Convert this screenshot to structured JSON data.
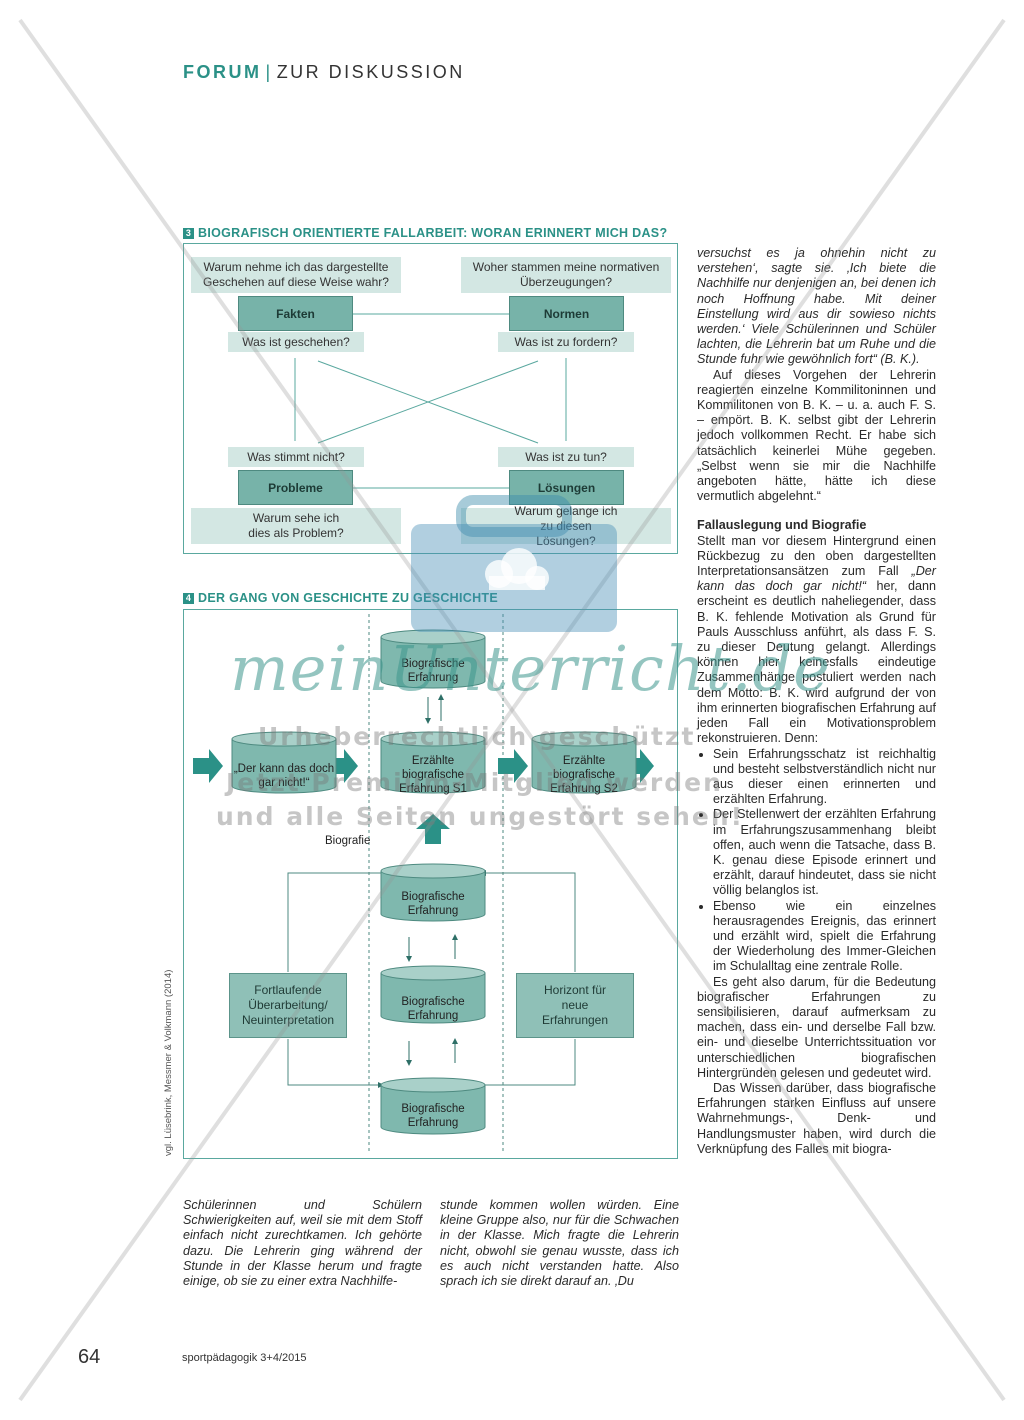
{
  "header": {
    "section": "FORUM",
    "topic": "ZUR DISKUSSION"
  },
  "figure3": {
    "number": "3",
    "title": "BIOGRAFISCH ORIENTIERTE FALLARBEIT: WORAN ERINNERT MICH DAS?",
    "q_top_left": "Warum nehme ich das dargestellte Geschehen auf diese Weise wahr?",
    "q_top_right": "Woher stammen meine normativen Überzeugungen?",
    "box_fakten": "Fakten",
    "box_normen": "Normen",
    "sub_fakten": "Was ist geschehen?",
    "sub_normen": "Was ist zu fordern?",
    "sub_probleme": "Was stimmt nicht?",
    "sub_loesungen": "Was ist zu tun?",
    "box_probleme": "Probleme",
    "box_loesungen": "Lösungen",
    "q_bottom_left": "Warum sehe ich dies als Problem?",
    "q_bottom_right": "Warum gelange ich zu diesen Lösungen?"
  },
  "figure4": {
    "number": "4",
    "title": "DER GANG VON GESCHICHTE ZU GESCHICHTE",
    "cyl_top": "Biografische Erfahrung",
    "cyl_case": "„Der kann das doch gar nicht!“",
    "cyl_s1": "Erzählte biografische Erfahrung S1",
    "cyl_s2": "Erzählte biografische Erfahrung S2",
    "label_biografie": "Biografie",
    "cyl_bio1": "Biografische Erfahrung",
    "cyl_bio2": "Biografische Erfahrung",
    "cyl_bio3": "Biografische Erfahrung",
    "box_left": "Fortlaufende Überarbeitung/ Neuinterpretation",
    "box_right": "Horizont für neue Erfahrungen",
    "source": "vgl. Lüsebrink, Messmer & Volkmann (2014)"
  },
  "col_right": {
    "p1": "versuchst es ja ohnehin nicht zu verstehen‘, sagte sie. ‚Ich biete die Nachhilfe nur denjenigen an, bei denen ich noch Hoffnung habe. Mit deiner Einstellung wird aus dir sowieso nichts werden.‘ Viele Schülerinnen und Schüler lachten, die Lehrerin bat um Ruhe und die Stunde fuhr wie gewöhnlich fort“ (B. K.).",
    "p2": "Auf dieses Vorgehen der Lehrerin reagierten einzelne Kommilitoninnen und Kommilitonen von B. K. – u. a. auch F. S. – empört. B. K. selbst gibt der Lehrerin jedoch vollkommen Recht. Er habe sich tatsächlich keinerlei Mühe gegeben. „Selbst wenn sie mir die Nachhilfe angeboten hätte, hätte ich diese vermutlich abgelehnt.“",
    "heading": "Fallauslegung und Biografie",
    "p3_a": "Stellt man vor diesem Hintergrund einen Rückbezug zu den oben dargestellten Interpretationsansätzen zum Fall ",
    "p3_quote": "„Der kann das doch gar nicht!“",
    "p3_b": " her, dann erscheint es deutlich naheliegender, dass B. K. fehlende Motivation als Grund für Pauls Ausschluss anführt, als dass F. S. zu dieser Deutung gelangt. Allerdings können hier keinesfalls eindeutige Zusammenhänge postuliert werden nach dem Motto: B. K. wird aufgrund der von ihm erinnerten biografischen Erfahrung auf jeden Fall ein Motivationsproblem rekonstruieren. Denn:",
    "b1": "Sein Erfahrungsschatz ist reichhaltig und besteht selbstverständlich nicht nur aus dieser einen erinnerten und erzählten Erfahrung.",
    "b2": "Der Stellenwert der erzählten Erfahrung im Erfahrungszusammenhang bleibt offen, auch wenn die Tatsache, dass B. K. genau diese Episode erinnert und erzählt, darauf hindeutet, dass sie nicht völlig belanglos ist.",
    "b3": "Ebenso wie ein einzelnes herausragendes Ereignis, das erinnert und erzählt wird, spielt die Erfahrung der Wiederholung des Immer-Gleichen im Schulalltag eine zentrale Rolle.",
    "p4": "Es geht also darum, für die Bedeutung biografischer Erfahrungen zu sensibilisieren, darauf aufmerksam zu machen, dass ein- und derselbe Fall bzw. ein- und dieselbe Unterrichtssituation vor unterschiedlichen biografischen Hintergründen gelesen und gedeutet wird.",
    "p5": "Das Wissen darüber, dass biografische Erfahrungen starken Einfluss auf unsere Wahrnehmungs-, Denk- und Handlungsmuster haben, wird durch die Verknüpfung des Falles mit biogra-"
  },
  "col_left_bottom": "Schülerinnen und Schülern Schwierigkeiten auf, weil sie mit dem Stoff einfach nicht zurechtkamen. Ich gehörte dazu. Die Lehrerin ging während der Stunde in der Klasse herum und fragte einige, ob sie zu einer extra Nachhilfe-",
  "col_mid_bottom": "stunde kommen wollen würden. Eine kleine Gruppe also, nur für die Schwachen in der Klasse. Mich fragte die Lehrerin nicht, obwohl sie genau wusste, dass ich es auch nicht verstanden hatte. Also sprach ich sie direkt darauf an. ‚Du",
  "watermark": {
    "logo": "meinUnterricht.de",
    "line1": "Urheberrechtlich geschützt",
    "line2": "Jetzt Premium-Mitglied werden",
    "line3": "und alle Seiten ungestört sehen!"
  },
  "footer": {
    "page": "64",
    "source": "sportpädagogik 3+4/2015"
  },
  "colors": {
    "accent": "#2b9187",
    "box_fill": "#77b3a9",
    "light_fill": "#d3e7e3",
    "cylinder": "#7fb8ae"
  }
}
